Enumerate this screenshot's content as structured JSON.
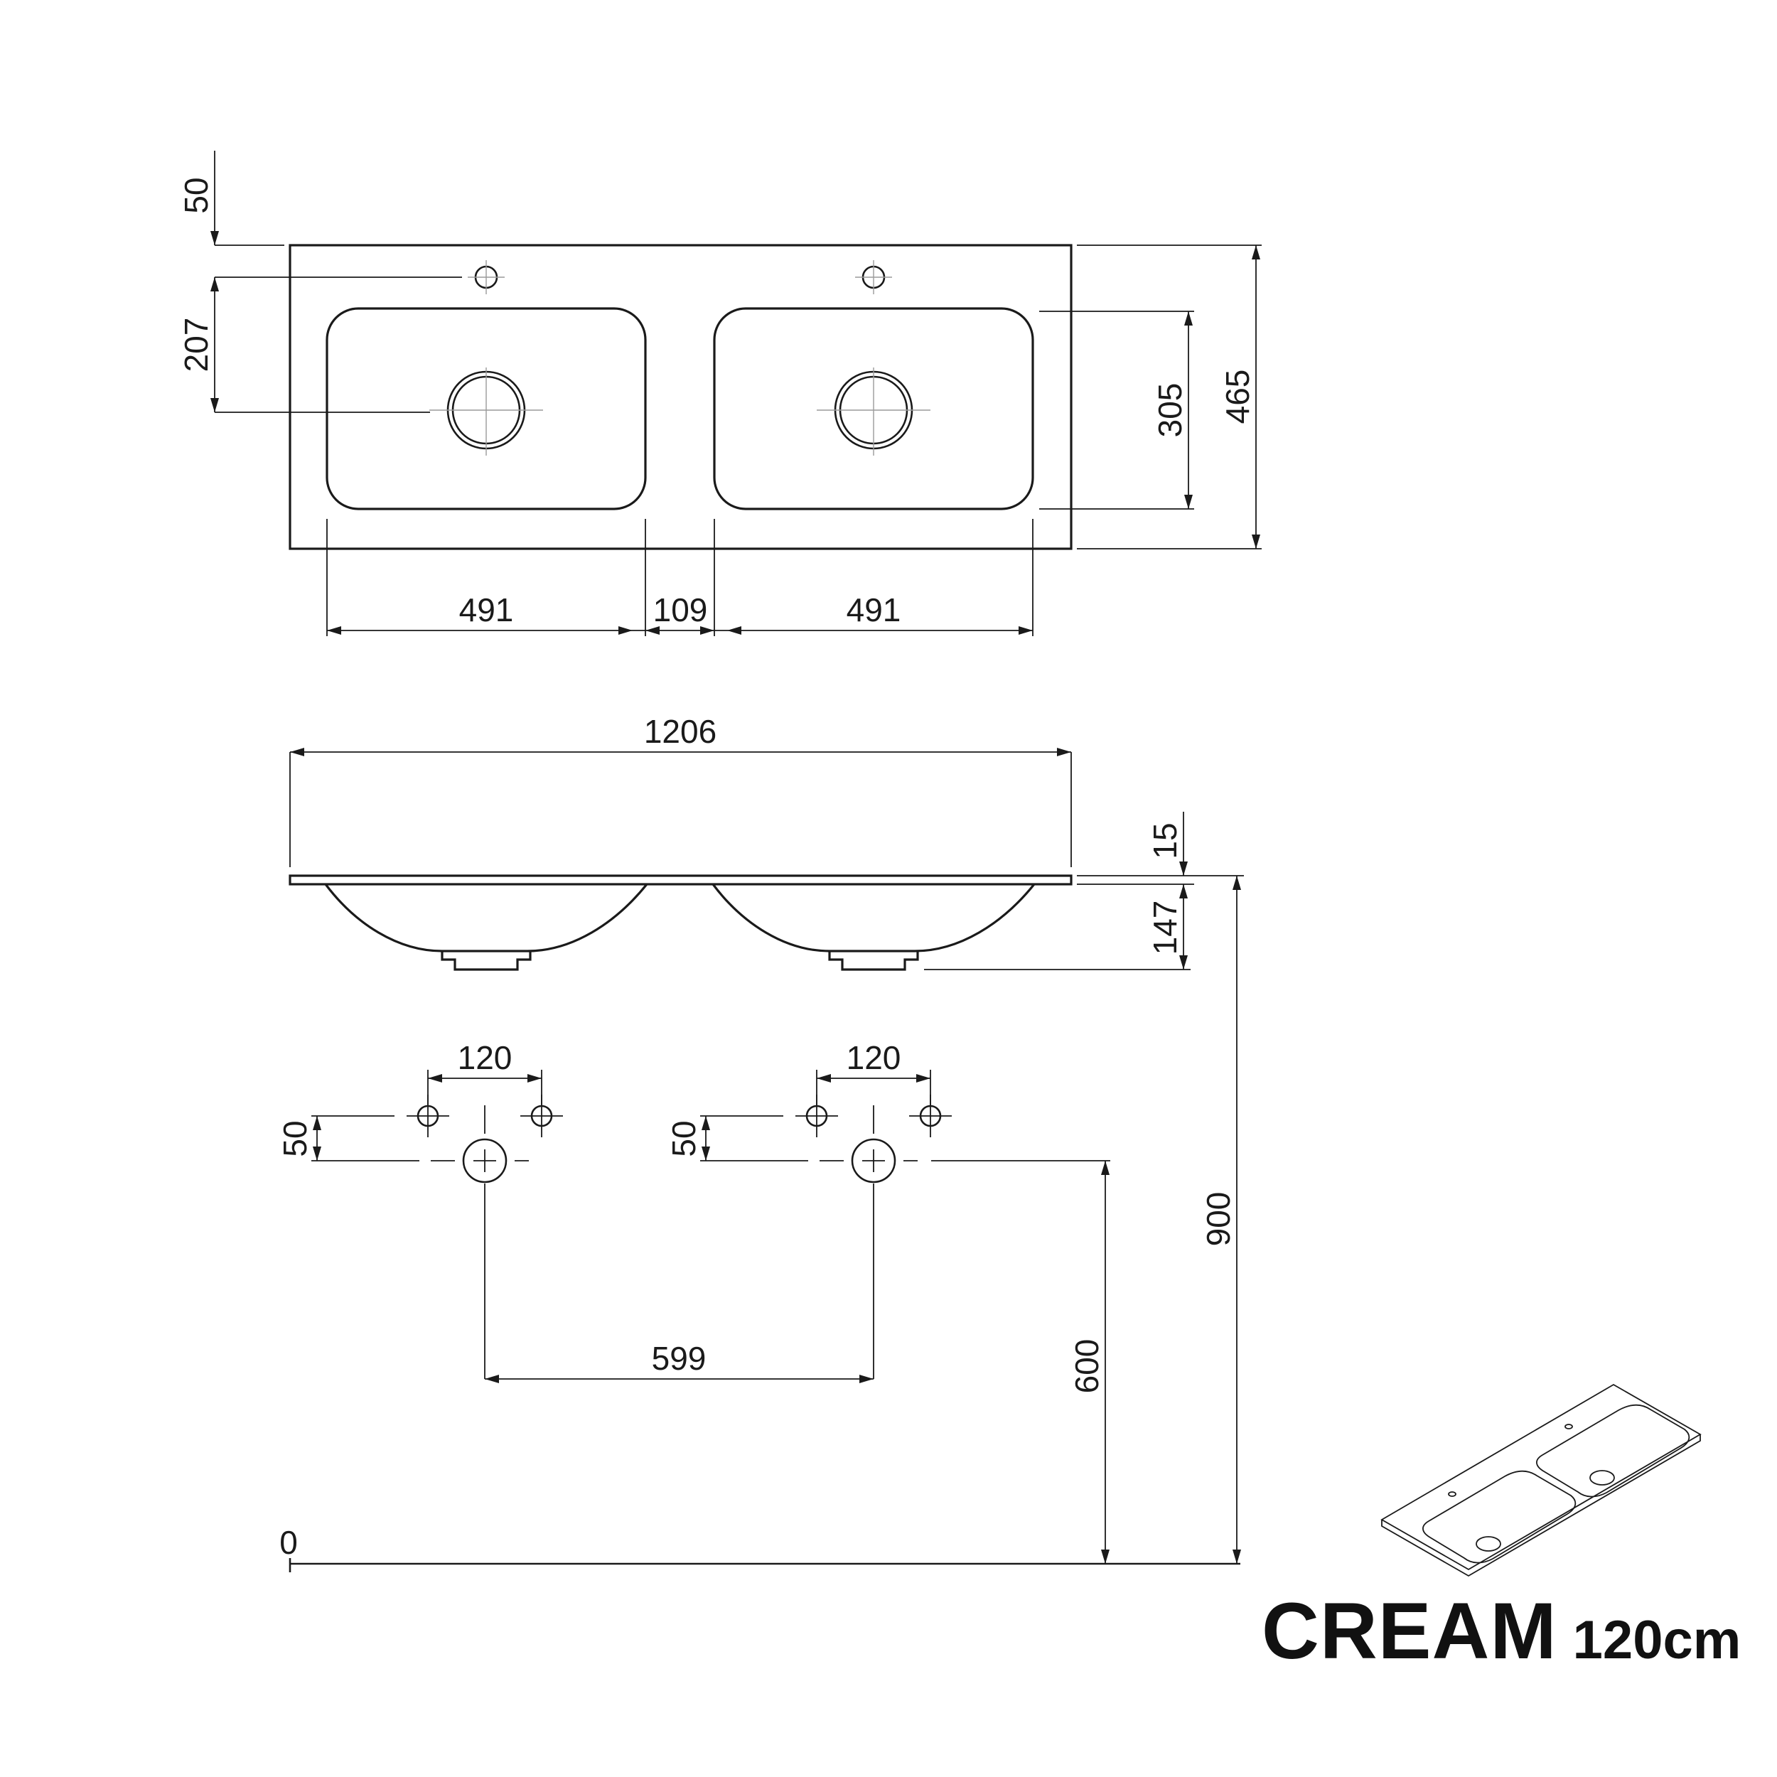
{
  "product": {
    "name": "CREAM",
    "size": "120cm"
  },
  "top_view": {
    "dimensions": {
      "tap_hole_offset": "50",
      "drain_offset": "207",
      "basin_depth": "305",
      "overall_depth": "465",
      "basin_width_left": "491",
      "basin_gap": "109",
      "basin_width_right": "491"
    }
  },
  "side_view": {
    "dimensions": {
      "overall_width": "1206",
      "top_thickness": "15",
      "bowl_depth": "147",
      "mounting_height": "900"
    }
  },
  "wall_connections": {
    "dimensions": {
      "left_supply_spacing": "120",
      "right_supply_spacing": "120",
      "left_supply_offset": "50",
      "right_supply_offset": "50",
      "drain_spacing": "599",
      "drain_height": "600",
      "floor_level": "0"
    }
  },
  "colors": {
    "line": "#1a1a1a",
    "centerline": "#9a9a9a",
    "background": "#ffffff"
  }
}
